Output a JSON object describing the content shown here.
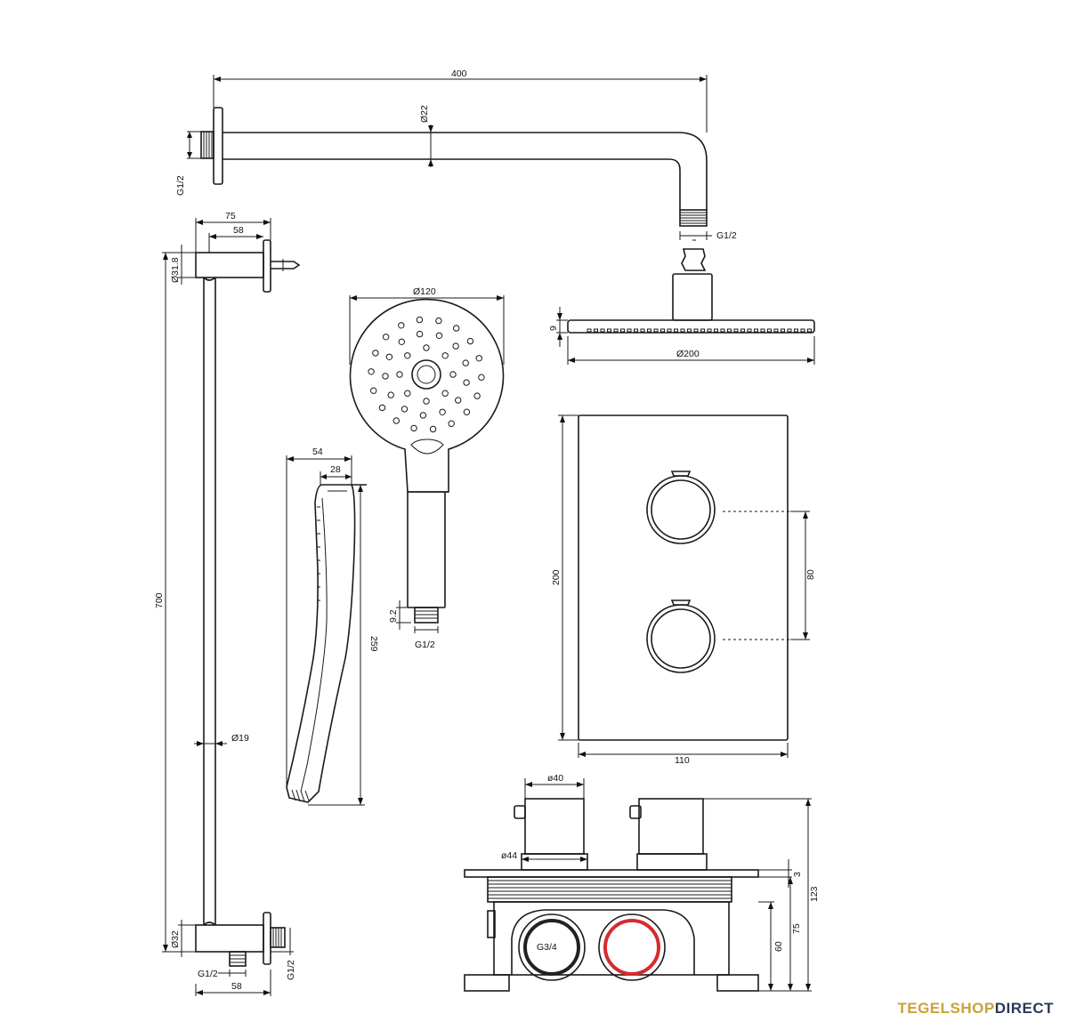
{
  "dimensions": {
    "arm_length": "400",
    "arm_diameter": "Ø22",
    "wall_thread": "G1/2",
    "arm_thread": "G1/2",
    "head_height": "9",
    "head_diameter": "Ø200",
    "hand_diameter": "Ø120",
    "hand_conn_height": "9.2",
    "hand_thread": "G1/2",
    "hand_depth": "54",
    "hand_nozzle_depth": "28",
    "hand_length": "259",
    "rail_bracket_outer": "75",
    "rail_bracket_inner": "58",
    "rail_top_diameter": "Ø31.8",
    "rail_length": "700",
    "rail_diameter": "Ø19",
    "rail_bottom_diameter": "Ø32",
    "rail_bottom_thread": "G1/2",
    "rail_outlet_thread": "G1/2",
    "rail_bottom_width": "58",
    "plate_height": "200",
    "plate_width": "110",
    "knob_spacing": "80",
    "box_knob_diameter": "ø40",
    "box_rosette_diameter": "ø44",
    "box_inlet_thread": "G3/4",
    "box_flange": "3",
    "box_depth": "60",
    "box_mid_depth": "75",
    "box_total_depth": "123"
  },
  "brand": {
    "part1": "TEGELSHOP",
    "part2": "DIRECT"
  },
  "colors": {
    "hot_indicator": "#d62b2b",
    "cold_indicator": "#222222",
    "brand_gold": "#c9a23a",
    "brand_navy": "#2b3a55"
  }
}
